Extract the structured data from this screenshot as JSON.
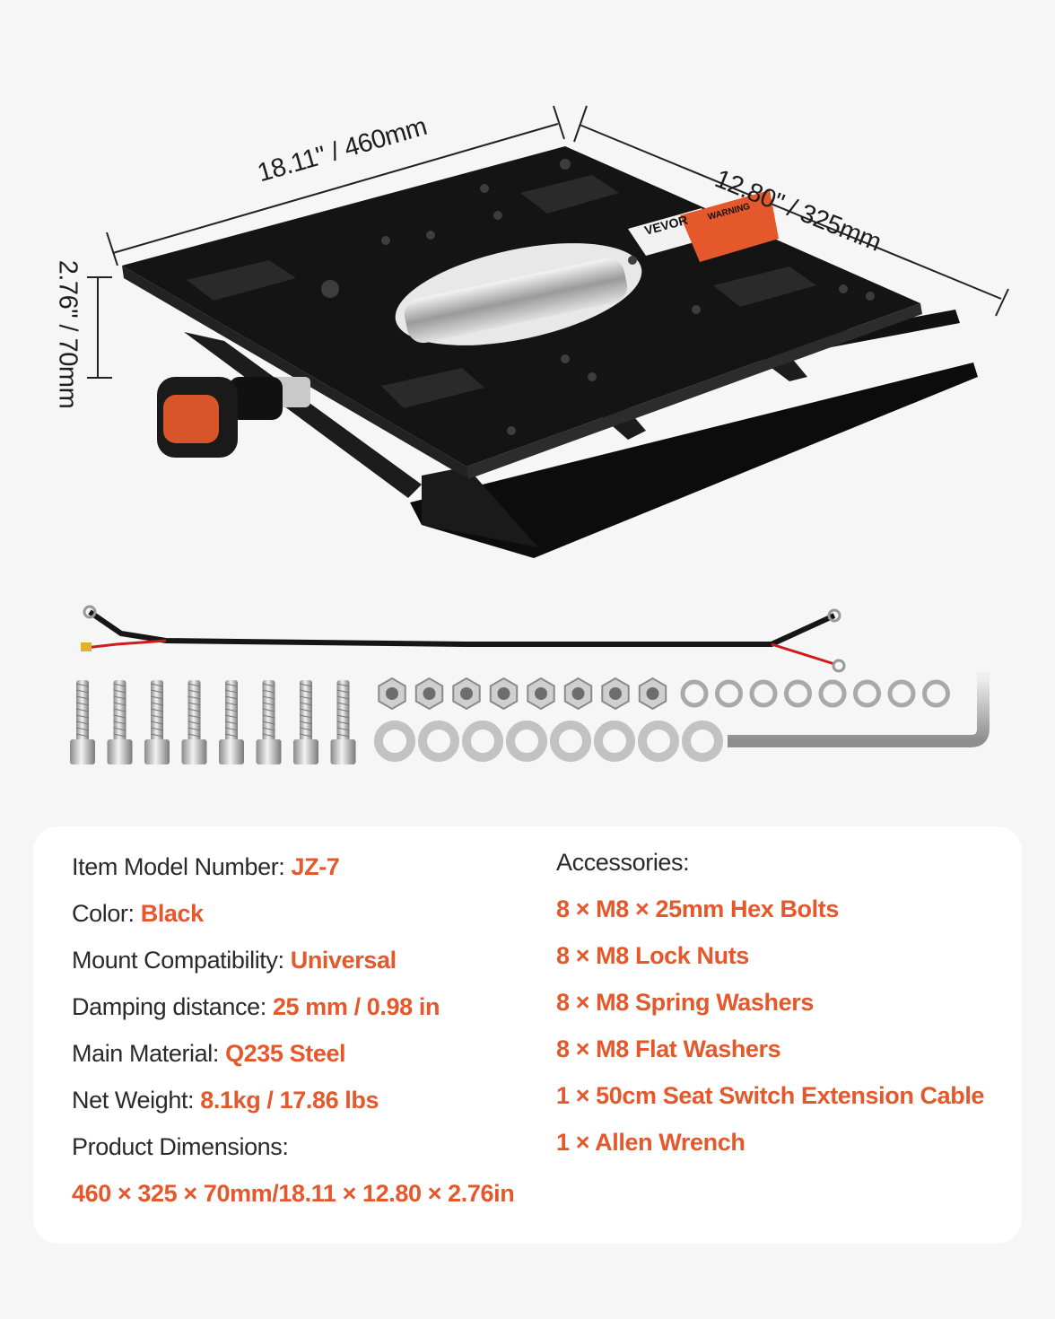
{
  "dimensions": {
    "width_label": "18.11\" / 460mm",
    "depth_label": "12.80\" / 325mm",
    "height_label": "2.76\" / 70mm"
  },
  "colors": {
    "accent": "#e4582b",
    "plate": "#141414",
    "background": "#f6f6f6",
    "card": "#ffffff"
  },
  "product_label": {
    "brand": "VEVOR",
    "warning": "WARNING"
  },
  "accessories_art": {
    "bolts": 8,
    "lock_nuts": 8,
    "spring_washers": 8,
    "flat_washers": 8
  },
  "specs": {
    "model_label": "Item Model Number:",
    "model_value": "JZ-7",
    "color_label": "Color:",
    "color_value": "Black",
    "mount_label": "Mount Compatibility:",
    "mount_value": "Universal",
    "damping_label": "Damping distance:",
    "damping_value": "25 mm / 0.98 in",
    "material_label": "Main Material:",
    "material_value": "Q235 Steel",
    "weight_label": "Net Weight:",
    "weight_value": "8.1kg / 17.86 lbs",
    "dimensions_label": "Product Dimensions:",
    "dimensions_value": "460 × 325 × 70mm/18.11 × 12.80 × 2.76in"
  },
  "accessories": {
    "title": "Accessories:",
    "items": [
      "8 × M8 × 25mm Hex Bolts",
      "8 × M8 Lock Nuts",
      "8 × M8 Spring Washers",
      "8 × M8 Flat Washers",
      "1 × 50cm Seat Switch Extension Cable",
      "1 × Allen Wrench"
    ]
  }
}
